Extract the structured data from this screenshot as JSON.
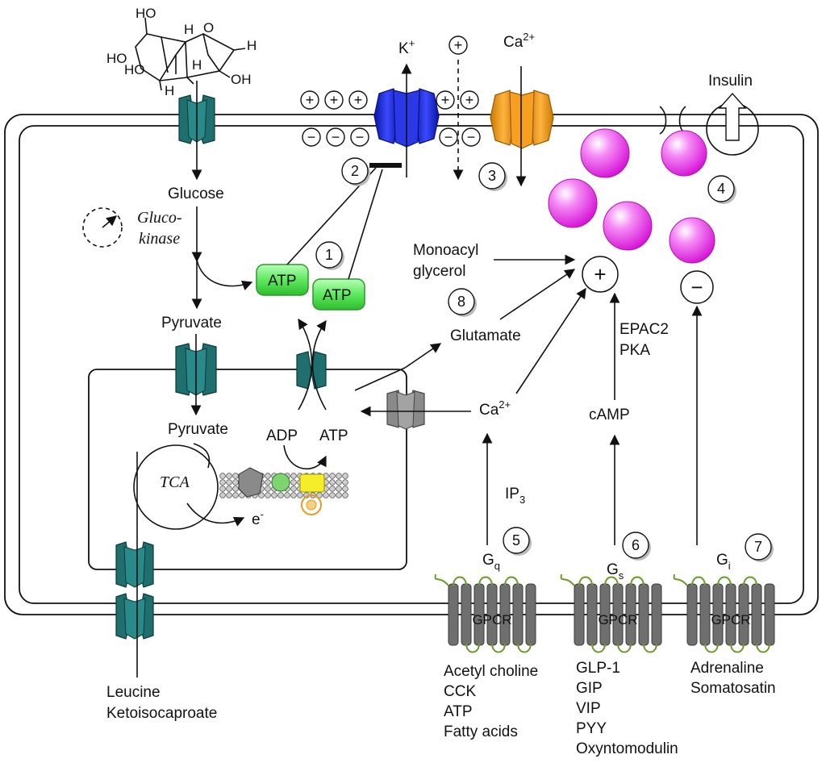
{
  "labels": {
    "glucose": "Glucose",
    "glucokinase_1": "Gluco-",
    "glucokinase_2": "kinase",
    "pyruvate_cyto": "Pyruvate",
    "pyruvate_mito": "Pyruvate",
    "tca": "TCA",
    "electron": "e",
    "electron_sup": "-",
    "adp": "ADP",
    "atp_mito": "ATP",
    "atp_box1": "ATP",
    "atp_box2": "ATP",
    "k_ion": "K",
    "k_sup": "+",
    "ca_top": "Ca",
    "ca_top_sup": "2+",
    "insulin": "Insulin",
    "monoacyl_1": "Monoacyl",
    "monoacyl_2": "glycerol",
    "glutamate": "Glutamate",
    "ca_mid": "Ca",
    "ca_mid_sup": "2+",
    "camp": "cAMP",
    "epac2": "EPAC2",
    "pka": "PKA",
    "ip3": "IP",
    "ip3_sub": "3",
    "gq": "G",
    "gq_sub": "q",
    "gs": "G",
    "gs_sub": "s",
    "gi": "G",
    "gi_sub": "i",
    "gpcr1": "GPCR",
    "gpcr2": "GPCR",
    "gpcr3": "GPCR",
    "leucine": "Leucine",
    "ketoisocaproate": "Ketoisocaproate",
    "plus_sign": "+",
    "minus_sign": "−",
    "glucose_oh_1": "HO",
    "glucose_oh_2": "HO",
    "glucose_oh_3": "HO",
    "glucose_oh_4": "OH",
    "glucose_h_1": "H",
    "glucose_h_2": "H",
    "glucose_h_3": "H",
    "glucose_h_4": "H",
    "glucose_o": "O"
  },
  "ligands_gq": [
    "Acetyl choline",
    "CCK",
    "ATP",
    "Fatty acids"
  ],
  "ligands_gs": [
    "GLP-1",
    "GIP",
    "VIP",
    "PYY",
    "Oxyntomodulin"
  ],
  "ligands_gi": [
    "Adrenaline",
    "Somatosatin"
  ],
  "step_numbers": [
    "1",
    "2",
    "3",
    "4",
    "5",
    "6",
    "7",
    "8"
  ],
  "charges": {
    "outer_plus": "+",
    "inner_minus": "−",
    "channel_plus": "+"
  },
  "colors": {
    "k_channel": "#1f2ee6",
    "ca_channel": "#f0a020",
    "atp_box": "#5ee85e",
    "granule": "#e81ee8",
    "transporter": "#1f6f6f",
    "gpcr": "#6f6f6f",
    "mito_channel": "#888888"
  }
}
